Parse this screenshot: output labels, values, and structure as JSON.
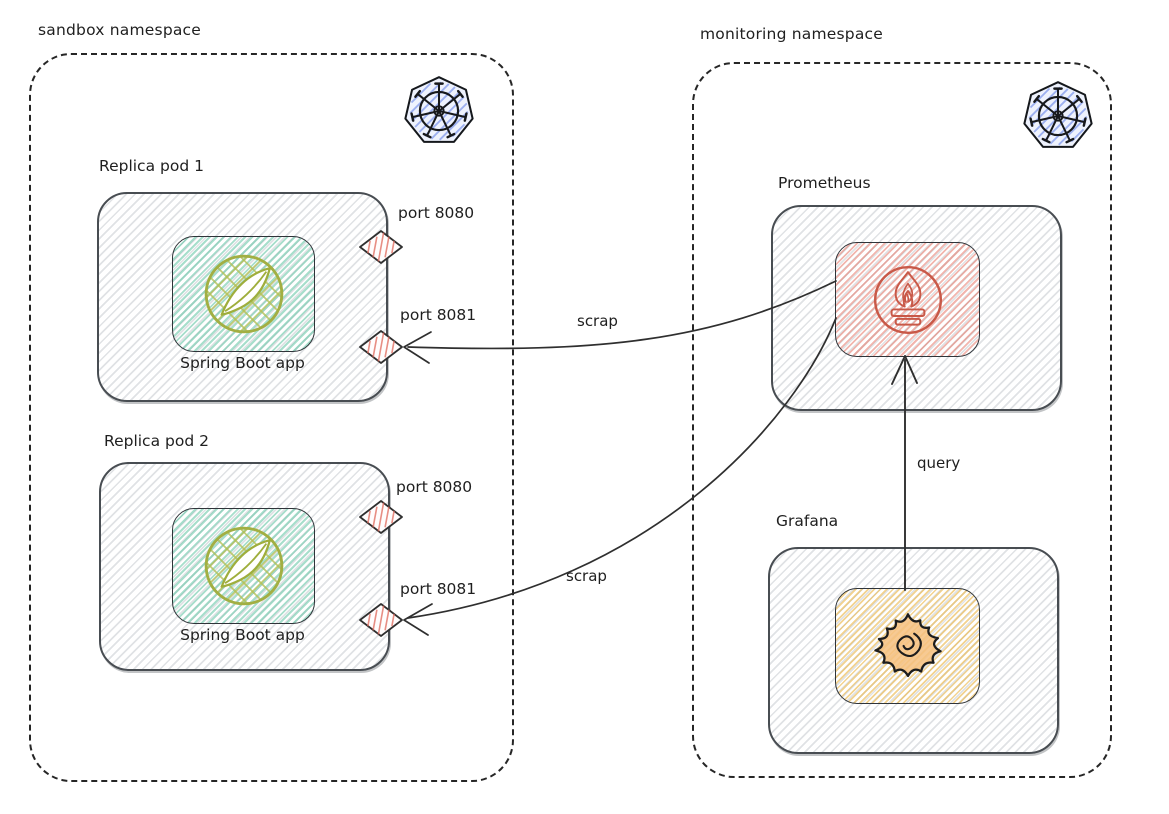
{
  "sandbox": {
    "label": "sandbox namespace",
    "kubernetes_icon": "kubernetes-icon",
    "pods": [
      {
        "title": "Replica pod 1",
        "app_label": "Spring Boot app",
        "icon": "spring-boot-icon",
        "ports": [
          {
            "label": "port 8080"
          },
          {
            "label": "port 8081"
          }
        ]
      },
      {
        "title": "Replica pod 2",
        "app_label": "Spring Boot app",
        "icon": "spring-boot-icon",
        "ports": [
          {
            "label": "port 8080"
          },
          {
            "label": "port 8081"
          }
        ]
      }
    ]
  },
  "monitoring": {
    "label": "monitoring namespace",
    "kubernetes_icon": "kubernetes-icon",
    "pods": [
      {
        "title": "Prometheus",
        "icon": "prometheus-icon"
      },
      {
        "title": "Grafana",
        "icon": "grafana-icon"
      }
    ]
  },
  "edges": [
    {
      "label": "scrap",
      "from": "Prometheus",
      "to": "Replica pod 1 port 8081"
    },
    {
      "label": "scrap",
      "from": "Prometheus",
      "to": "Replica pod 2 port 8081"
    },
    {
      "label": "query",
      "from": "Grafana",
      "to": "Prometheus"
    }
  ],
  "colors": {
    "kubernetes_blue": "#7b93e8",
    "spring_teal": "#60c4a3",
    "spring_leaf_olive": "#a2af43",
    "prometheus_red": "#c85948",
    "grafana_orange": "#f6c180",
    "port_diamond_red": "#e06a5c",
    "stroke_dark": "#1f1f1f",
    "pod_hatch_gray": "#d8dadd"
  }
}
